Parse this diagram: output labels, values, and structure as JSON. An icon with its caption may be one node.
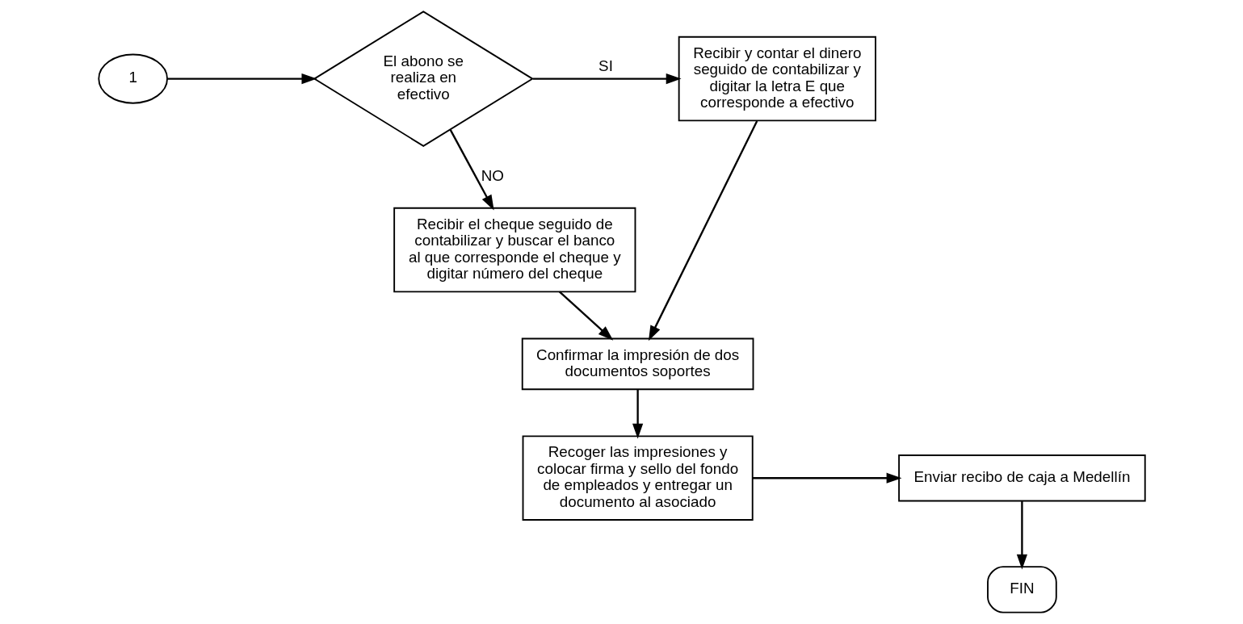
{
  "diagram": {
    "nodes": [
      {
        "text": [
          "1"
        ]
      },
      {
        "text": [
          "El abono se realiza en efectivo"
        ]
      },
      {
        "text": [
          "Recibir y contar el dinero seguido de contabilizar y digitar la letra E que corresponde a efectivo"
        ]
      },
      {
        "text": [
          "Recibir el cheque seguido de contabilizar y buscar el banco al que corresponde el cheque y digitar número del cheque"
        ]
      },
      {
        "text": [
          "Confirmar la impresión de dos documentos soportes"
        ]
      },
      {
        "text": [
          "Recoger las impresiones y colocar firma y sello del fondo de empleados y entregar un documento al asociado"
        ]
      },
      {
        "text": [
          "Enviar recibo de caja a Medellín"
        ]
      },
      {
        "text": [
          "FIN"
        ]
      }
    ],
    "edges": [
      {
        "from": 0,
        "to": 1,
        "arrow": "to"
      },
      {
        "from": 1,
        "to": 2,
        "arrow": "to",
        "label": "SI"
      },
      {
        "from": 1,
        "to": 3,
        "arrow": "to",
        "label": "NO"
      },
      {
        "from": 3,
        "to": 4,
        "arrow": "to"
      },
      {
        "from": 2,
        "to": 4,
        "arrow": "to"
      },
      {
        "from": 4,
        "to": 5,
        "arrow": "to"
      },
      {
        "from": 5,
        "to": 6,
        "arrow": "to"
      },
      {
        "from": 6,
        "to": 7,
        "arrow": "to"
      }
    ]
  }
}
